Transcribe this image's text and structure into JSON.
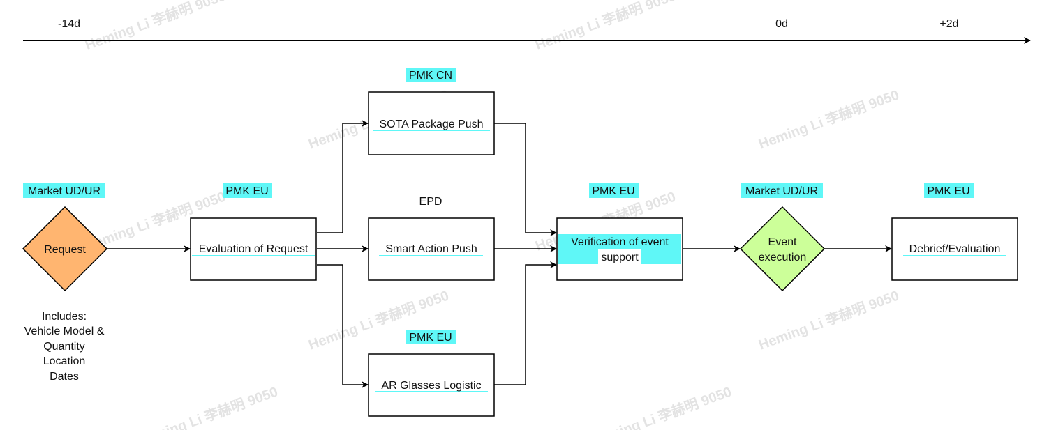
{
  "colors": {
    "highlight": "#5ff7f7",
    "request_fill": "#ffb570",
    "event_fill": "#ccff99",
    "stroke": "#000000"
  },
  "timeline": {
    "start": "-14d",
    "zero": "0d",
    "end": "+2d"
  },
  "roles": {
    "market_start": "Market UD/UR",
    "pmk_eu_eval": "PMK EU",
    "pmk_cn": "PMK CN",
    "epd": "EPD",
    "pmk_eu_ar": "PMK EU",
    "pmk_eu_verify": "PMK EU",
    "market_event": "Market UD/UR",
    "pmk_eu_debrief": "PMK EU"
  },
  "nodes": {
    "request": "Request",
    "evaluation": "Evaluation of Request",
    "sota": "SOTA Package Push",
    "smart_action": "Smart Action Push",
    "ar_glasses": "AR Glasses Logistic",
    "verification_line1": "Verification of event",
    "verification_line2": "support",
    "event_line1": "Event",
    "event_line2": "execution",
    "debrief": "Debrief/Evaluation"
  },
  "includes": {
    "line1": "Includes:",
    "line2": "Vehicle Model &",
    "line3": "Quantity",
    "line4": "Location",
    "line5": "Dates"
  },
  "watermark": "Heming Li 李赫明 9050"
}
